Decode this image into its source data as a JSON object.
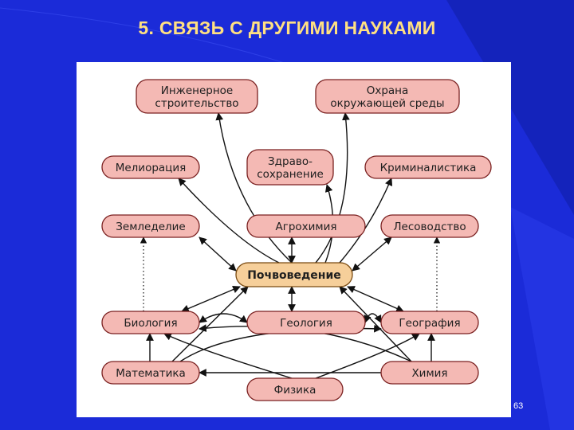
{
  "slide": {
    "title": "5. СВЯЗЬ С ДРУГИМИ НАУКАМИ",
    "page_number": "63",
    "colors": {
      "background": "#1b2bd8",
      "title": "#ffe082",
      "node_fill": "#f4b9b4",
      "center_fill": "#f6cf9a"
    }
  },
  "diagram": {
    "nodes": {
      "engineering": [
        "Инженерное",
        "строительство"
      ],
      "environment": [
        "Охрана",
        "окружающей среды"
      ],
      "melioration": [
        "Мелиорация"
      ],
      "healthcare": [
        "Здраво-",
        "сохранение"
      ],
      "criminalistics": [
        "Криминалистика"
      ],
      "agriculture": [
        "Земледелие"
      ],
      "agrochemistry": [
        "Агрохимия"
      ],
      "forestry": [
        "Лесоводство"
      ],
      "soil_science": [
        "Почвоведение"
      ],
      "biology": [
        "Биология"
      ],
      "geology": [
        "Геология"
      ],
      "geography": [
        "География"
      ],
      "mathematics": [
        "Математика"
      ],
      "chemistry": [
        "Химия"
      ],
      "physics": [
        "Физика"
      ]
    }
  }
}
